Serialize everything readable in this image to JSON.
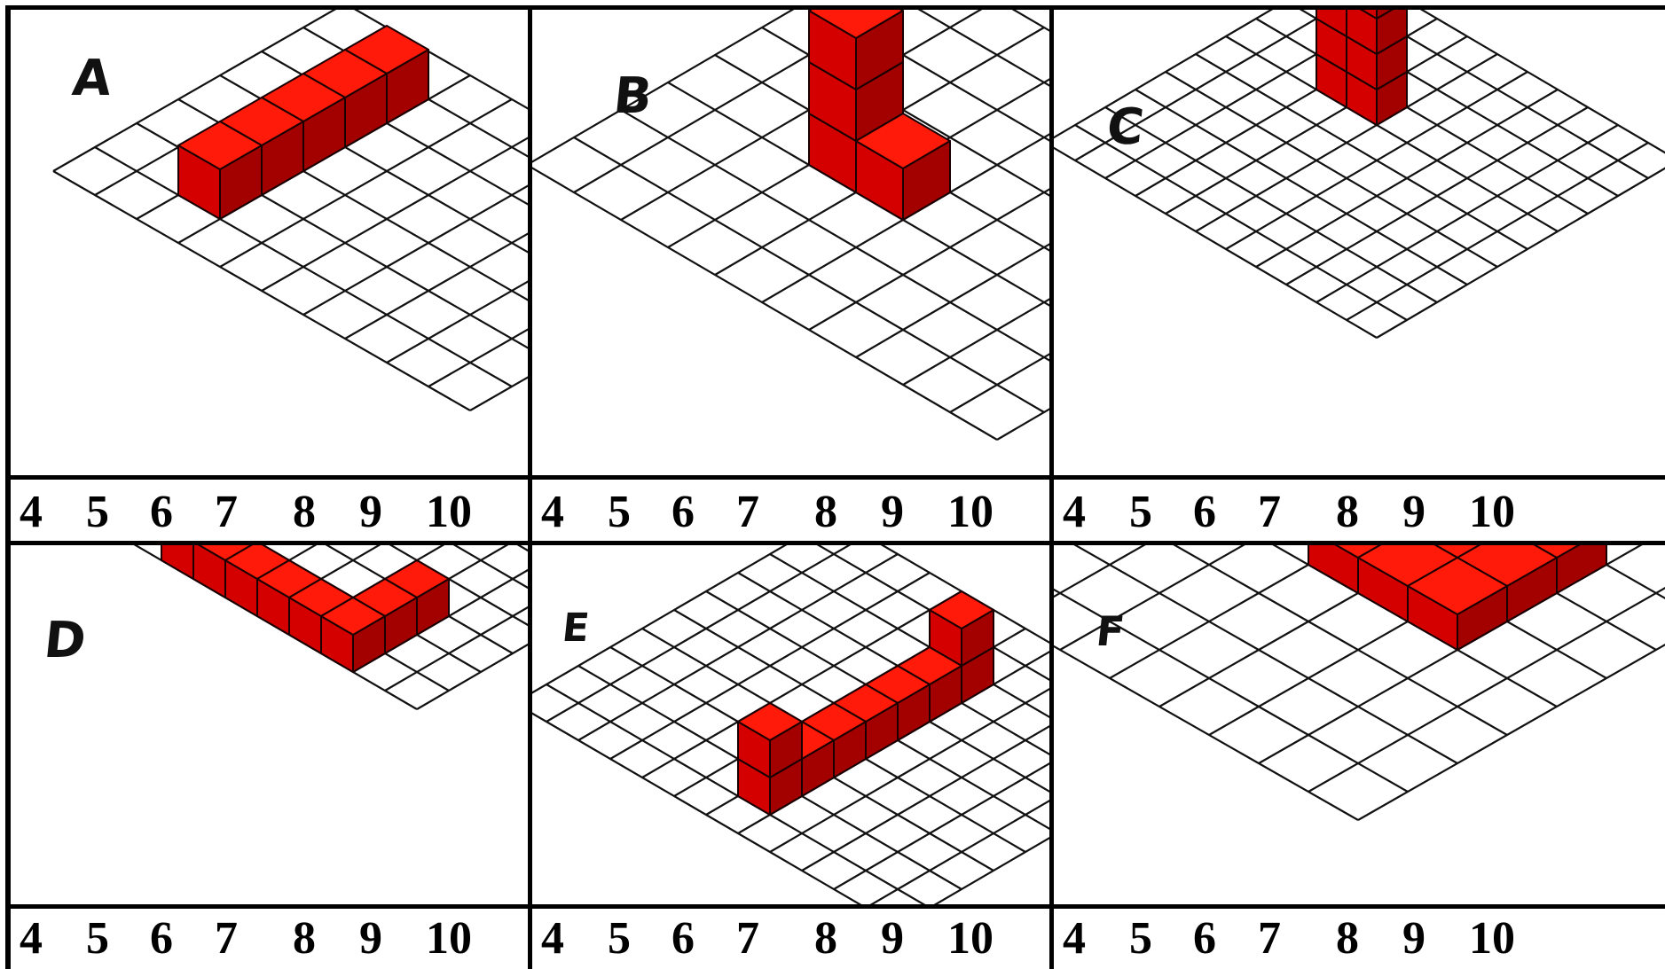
{
  "panels": [
    {
      "letter": "A",
      "cubes": 5
    },
    {
      "letter": "B",
      "cubes": 4
    },
    {
      "letter": "C",
      "cubes": 10
    },
    {
      "letter": "D",
      "cubes": 8
    },
    {
      "letter": "E",
      "cubes": 10
    },
    {
      "letter": "F",
      "cubes": 8
    }
  ],
  "answer_choices": [
    "4",
    "5",
    "6",
    "7",
    "8",
    "9",
    "10"
  ],
  "colors": {
    "cube_top": "#ff1a0a",
    "cube_left": "#a30000",
    "cube_right": "#d40000",
    "grid": "#111111",
    "border": "#000000"
  }
}
